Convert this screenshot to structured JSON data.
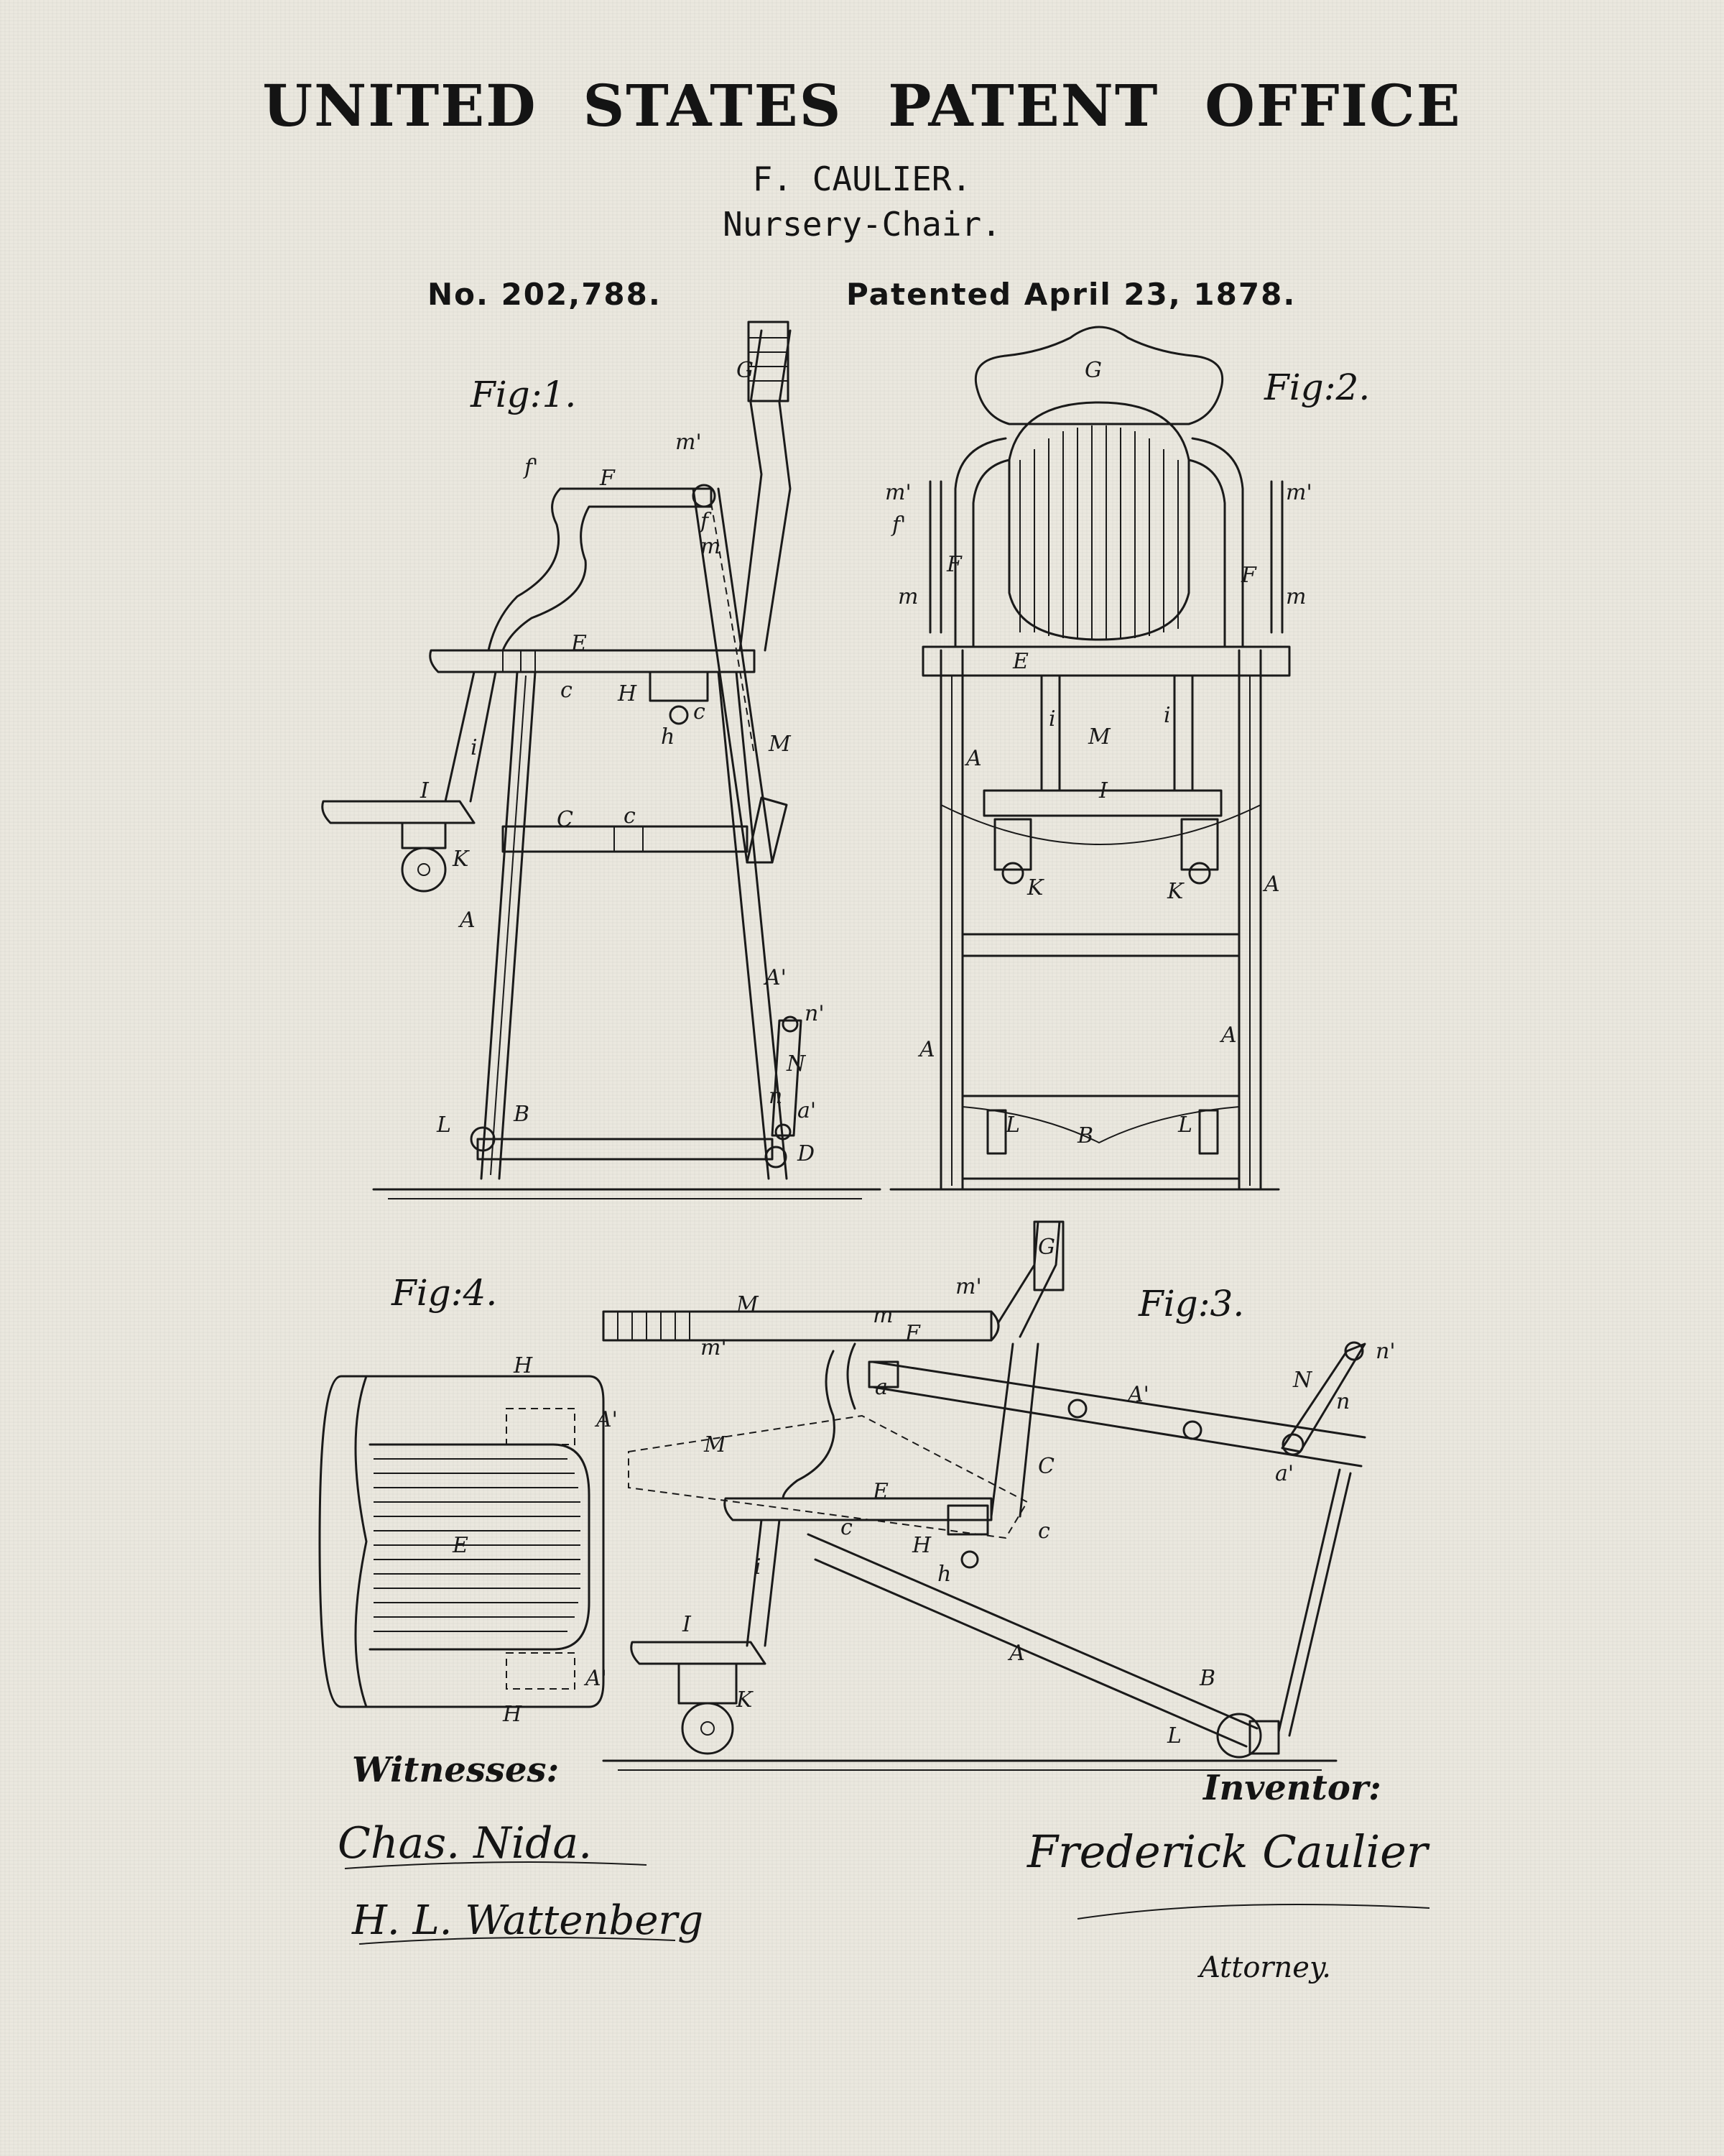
{
  "header": {
    "title": "UNITED STATES PATENT OFFICE",
    "inventor": "F. CAULIER.",
    "invention": "Nursery-Chair.",
    "patent_number": "No. 202,788.",
    "patent_date": "Patented April 23, 1878."
  },
  "figures": {
    "fig1": "Fig:1.",
    "fig2": "Fig:2.",
    "fig3": "Fig:3.",
    "fig4": "Fig:4."
  },
  "part_labels": {
    "A": "A",
    "A_prime": "A'",
    "B": "B",
    "C": "C",
    "c": "c",
    "D": "D",
    "E": "E",
    "F": "F",
    "f_prime": "f'",
    "G": "G",
    "H": "H",
    "h": "h",
    "I": "I",
    "i": "i",
    "K": "K",
    "L": "L",
    "M": "M",
    "m": "m",
    "m_prime": "m'",
    "N": "N",
    "n": "n",
    "n_prime": "n'",
    "a": "a",
    "a_prime": "a'"
  },
  "signatures": {
    "witnesses_label": "Witnesses:",
    "witness_1": "Chas. Nida.",
    "witness_2": "H. L. Wattenberg",
    "inventor_label": "Inventor:",
    "inventor_signature": "Frederick Caulier",
    "attorney_label": "Attorney."
  }
}
